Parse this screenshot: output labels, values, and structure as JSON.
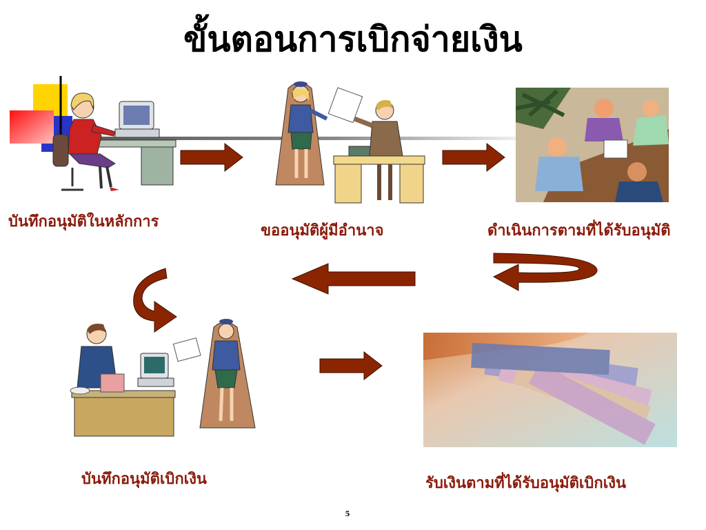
{
  "title": "ขั้นตอนการเบิกจ่ายเงิน",
  "steps": [
    {
      "label": "บันทึกอนุมัติในหลักการ"
    },
    {
      "label": "ขออนุมัติผู้มีอำนาจ"
    },
    {
      "label": "ดำเนินการตามที่ได้รับอนุมัติ"
    },
    {
      "label": "บันทึกอนุมัติเบิกเงิน"
    },
    {
      "label": "รับเงินตามที่ได้รับอนุมัติเบิกเงิน"
    }
  ],
  "page_number": "5",
  "colors": {
    "arrow": "#8b2500",
    "label": "#8b1a0b",
    "accent_red": "#ff0000",
    "accent_yellow": "#ffd400",
    "accent_blue": "#2a33c8"
  }
}
